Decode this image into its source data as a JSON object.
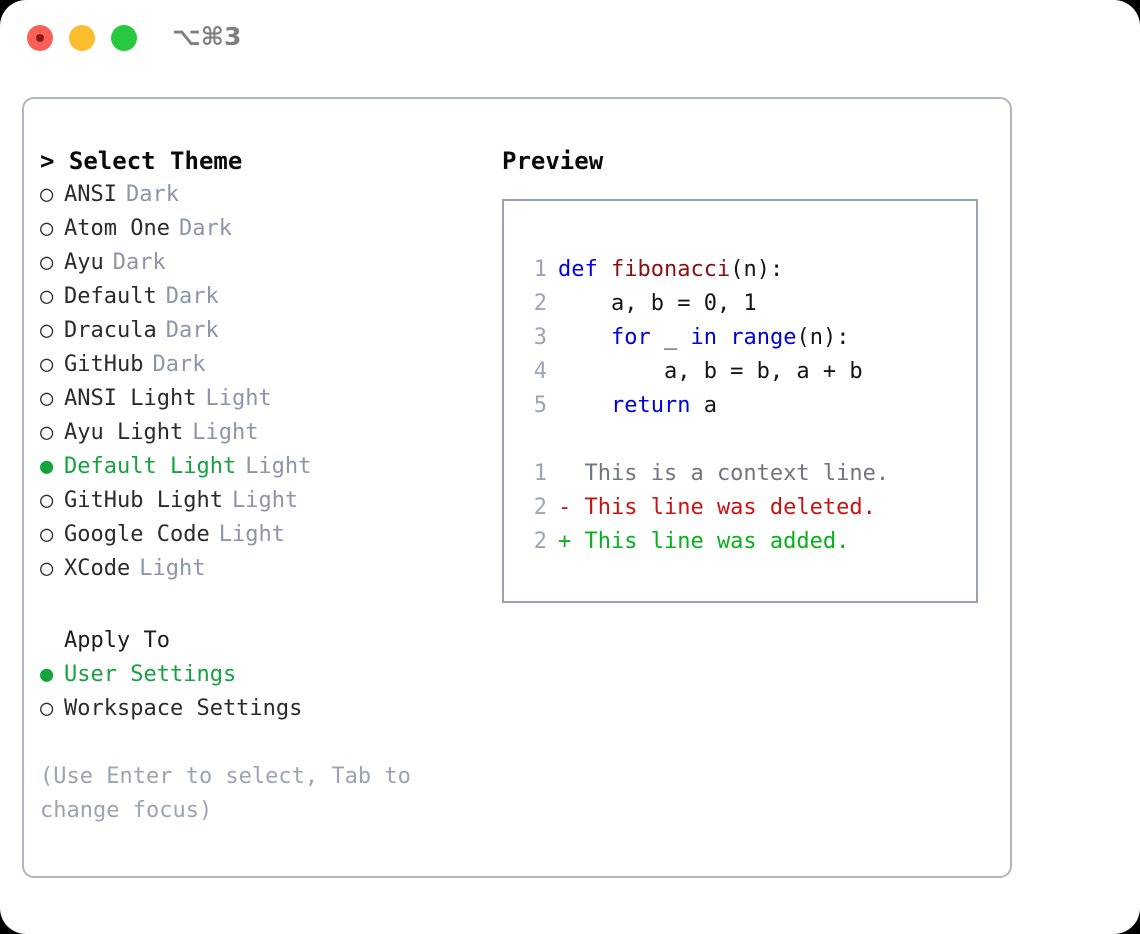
{
  "titlebar": {
    "shortcut": "⌥⌘3",
    "buttons": [
      {
        "name": "close",
        "color": "#fb6058"
      },
      {
        "name": "minimize",
        "color": "#fcbd2e"
      },
      {
        "name": "maximize",
        "color": "#28c93f"
      }
    ]
  },
  "theme_panel": {
    "header": "> Select Theme",
    "items": [
      {
        "marker": "○",
        "name": "ANSI",
        "tag": "Dark",
        "selected": false
      },
      {
        "marker": "○",
        "name": "Atom One",
        "tag": "Dark",
        "selected": false
      },
      {
        "marker": "○",
        "name": "Ayu",
        "tag": "Dark",
        "selected": false
      },
      {
        "marker": "○",
        "name": "Default",
        "tag": "Dark",
        "selected": false
      },
      {
        "marker": "○",
        "name": "Dracula",
        "tag": "Dark",
        "selected": false
      },
      {
        "marker": "○",
        "name": "GitHub",
        "tag": "Dark",
        "selected": false
      },
      {
        "marker": "○",
        "name": "ANSI Light",
        "tag": "Light",
        "selected": false
      },
      {
        "marker": "○",
        "name": "Ayu Light",
        "tag": "Light",
        "selected": false
      },
      {
        "marker": "●",
        "name": "Default Light",
        "tag": "Light",
        "selected": true
      },
      {
        "marker": "○",
        "name": "GitHub Light",
        "tag": "Light",
        "selected": false
      },
      {
        "marker": "○",
        "name": "Google Code",
        "tag": "Light",
        "selected": false
      },
      {
        "marker": "○",
        "name": "XCode",
        "tag": "Light",
        "selected": false
      }
    ]
  },
  "apply_to": {
    "label": "Apply To",
    "options": [
      {
        "marker": "●",
        "name": "User Settings",
        "selected": true
      },
      {
        "marker": "○",
        "name": "Workspace Settings",
        "selected": false
      }
    ]
  },
  "hint": "(Use Enter to select, Tab to change focus)",
  "preview": {
    "title": "Preview",
    "code_lines": [
      {
        "no": "1",
        "tokens": [
          {
            "t": "def",
            "c": "kw"
          },
          {
            "t": " ",
            "c": "plain"
          },
          {
            "t": "fibonacci",
            "c": "fn"
          },
          {
            "t": "(n):",
            "c": "plain"
          }
        ]
      },
      {
        "no": "2",
        "tokens": [
          {
            "t": "    a, b = 0, 1",
            "c": "plain"
          }
        ]
      },
      {
        "no": "3",
        "tokens": [
          {
            "t": "    ",
            "c": "plain"
          },
          {
            "t": "for",
            "c": "kw"
          },
          {
            "t": " _ ",
            "c": "plain"
          },
          {
            "t": "in",
            "c": "kw"
          },
          {
            "t": " ",
            "c": "plain"
          },
          {
            "t": "range",
            "c": "kw"
          },
          {
            "t": "(n):",
            "c": "plain"
          }
        ]
      },
      {
        "no": "4",
        "tokens": [
          {
            "t": "        a, b = b, a + b",
            "c": "plain"
          }
        ]
      },
      {
        "no": "5",
        "tokens": [
          {
            "t": "    ",
            "c": "plain"
          },
          {
            "t": "return",
            "c": "kw"
          },
          {
            "t": " a",
            "c": "plain"
          }
        ]
      }
    ],
    "diff_lines": [
      {
        "no": "1",
        "text": "  This is a context line.",
        "kind": "diff-ctx"
      },
      {
        "no": "2",
        "text": "- This line was deleted.",
        "kind": "diff-del"
      },
      {
        "no": "2",
        "text": "+ This line was added.",
        "kind": "diff-add"
      }
    ]
  },
  "colors": {
    "accent_green": "#16a33f",
    "tag_gray": "#8b97a8",
    "hint_gray": "#9aa5b4",
    "keyword_blue": "#0000dd",
    "function_red": "#8d0f14",
    "diff_delete": "#cc1111",
    "diff_add": "#06b11c",
    "border": "#aeb7c4"
  }
}
